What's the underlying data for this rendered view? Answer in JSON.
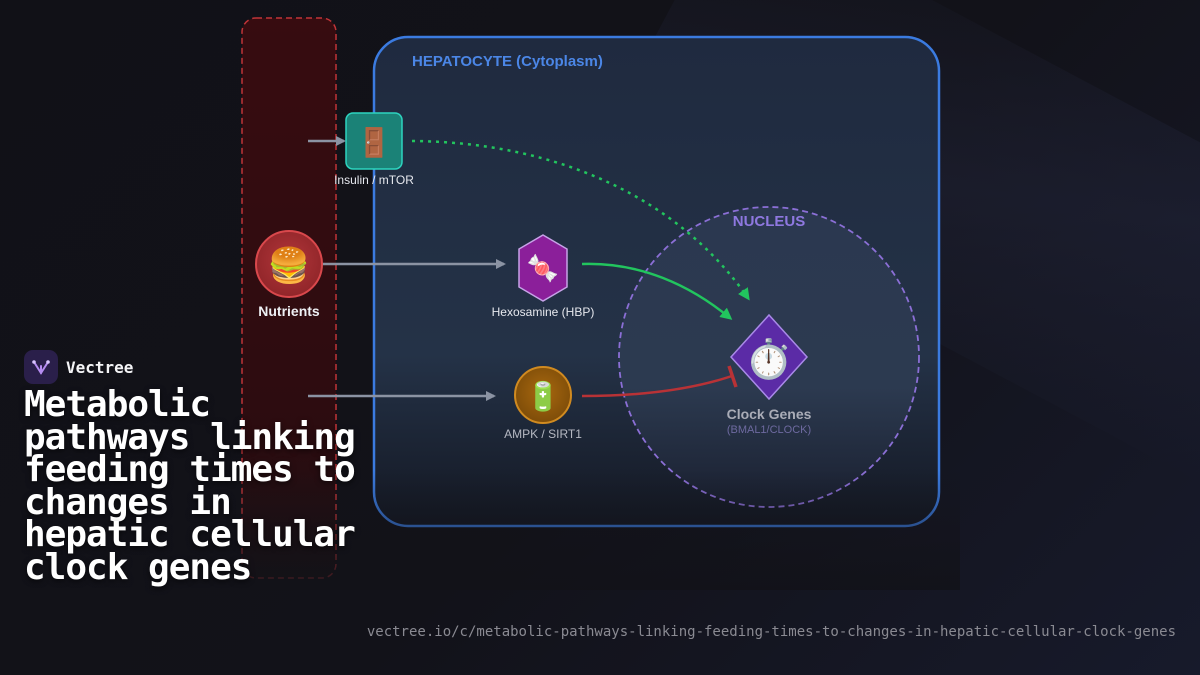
{
  "diagram": {
    "cytoplasm_label": "HEPATOCYTE (Cytoplasm)",
    "nucleus_label": "NUCLEUS",
    "nodes": {
      "insulin": {
        "label": "Insulin / mTOR",
        "icon": "door-icon",
        "glyph": "🚪",
        "color": "#1f8a7e"
      },
      "nutrients": {
        "label": "Nutrients",
        "icon": "burger-icon",
        "glyph": "🍔",
        "color": "#9e2a2e"
      },
      "hexosamine": {
        "label": "Hexosamine (HBP)",
        "icon": "candy-icon",
        "glyph": "🍬",
        "color": "#8b1f9a"
      },
      "ampk": {
        "label": "AMPK / SIRT1",
        "icon": "battery-icon",
        "glyph": "🔋",
        "color": "#9a5a0e"
      },
      "clock": {
        "label": "Clock Genes",
        "sublabel": "(BMAL1/CLOCK)",
        "icon": "stopwatch-icon",
        "glyph": "⏱️",
        "color": "#5b2ba6"
      }
    },
    "colors": {
      "cytoplasm_border": "#3b7be0",
      "nucleus_border": "#8b6fd6",
      "activation": "#22c55e",
      "inhibition": "#b83236",
      "feeding_zone": "#d33b3b"
    }
  },
  "brand": {
    "name": "Vectree"
  },
  "title": "Metabolic pathways linking feeding times to changes in hepatic cellular clock genes",
  "url": "vectree.io/c/metabolic-pathways-linking-feeding-times-to-changes-in-hepatic-cellular-clock-genes"
}
